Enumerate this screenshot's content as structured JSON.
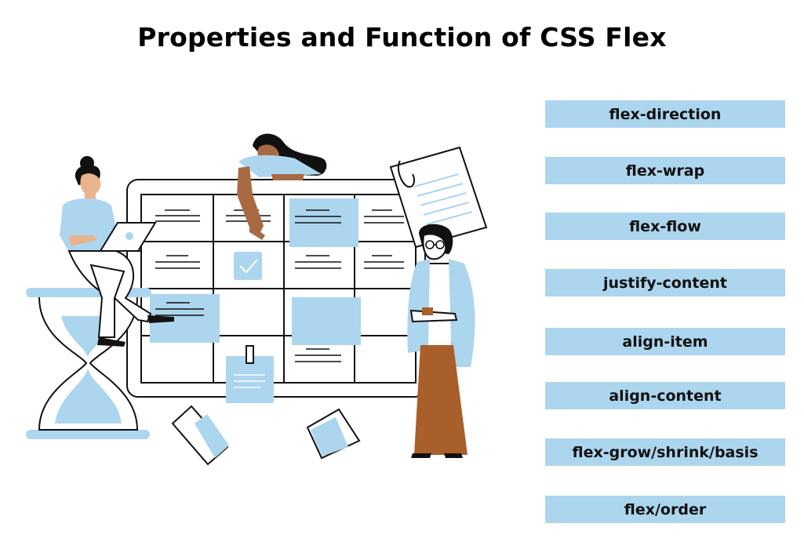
{
  "title": "Properties and Function of CSS Flex",
  "properties": [
    {
      "label": "flex-direction"
    },
    {
      "label": "flex-wrap"
    },
    {
      "label": "flex-flow"
    },
    {
      "label": "justify-content"
    },
    {
      "label": "align-item"
    },
    {
      "label": "align-content"
    },
    {
      "label": "flex-grow/shrink/basis"
    },
    {
      "label": "flex/order"
    }
  ],
  "colors": {
    "accent": "#acd5ee",
    "skin_light": "#e8b48e",
    "skin_dark": "#a86a42",
    "skirt": "#a85f2a",
    "hair": "#111111",
    "line": "#111111"
  }
}
